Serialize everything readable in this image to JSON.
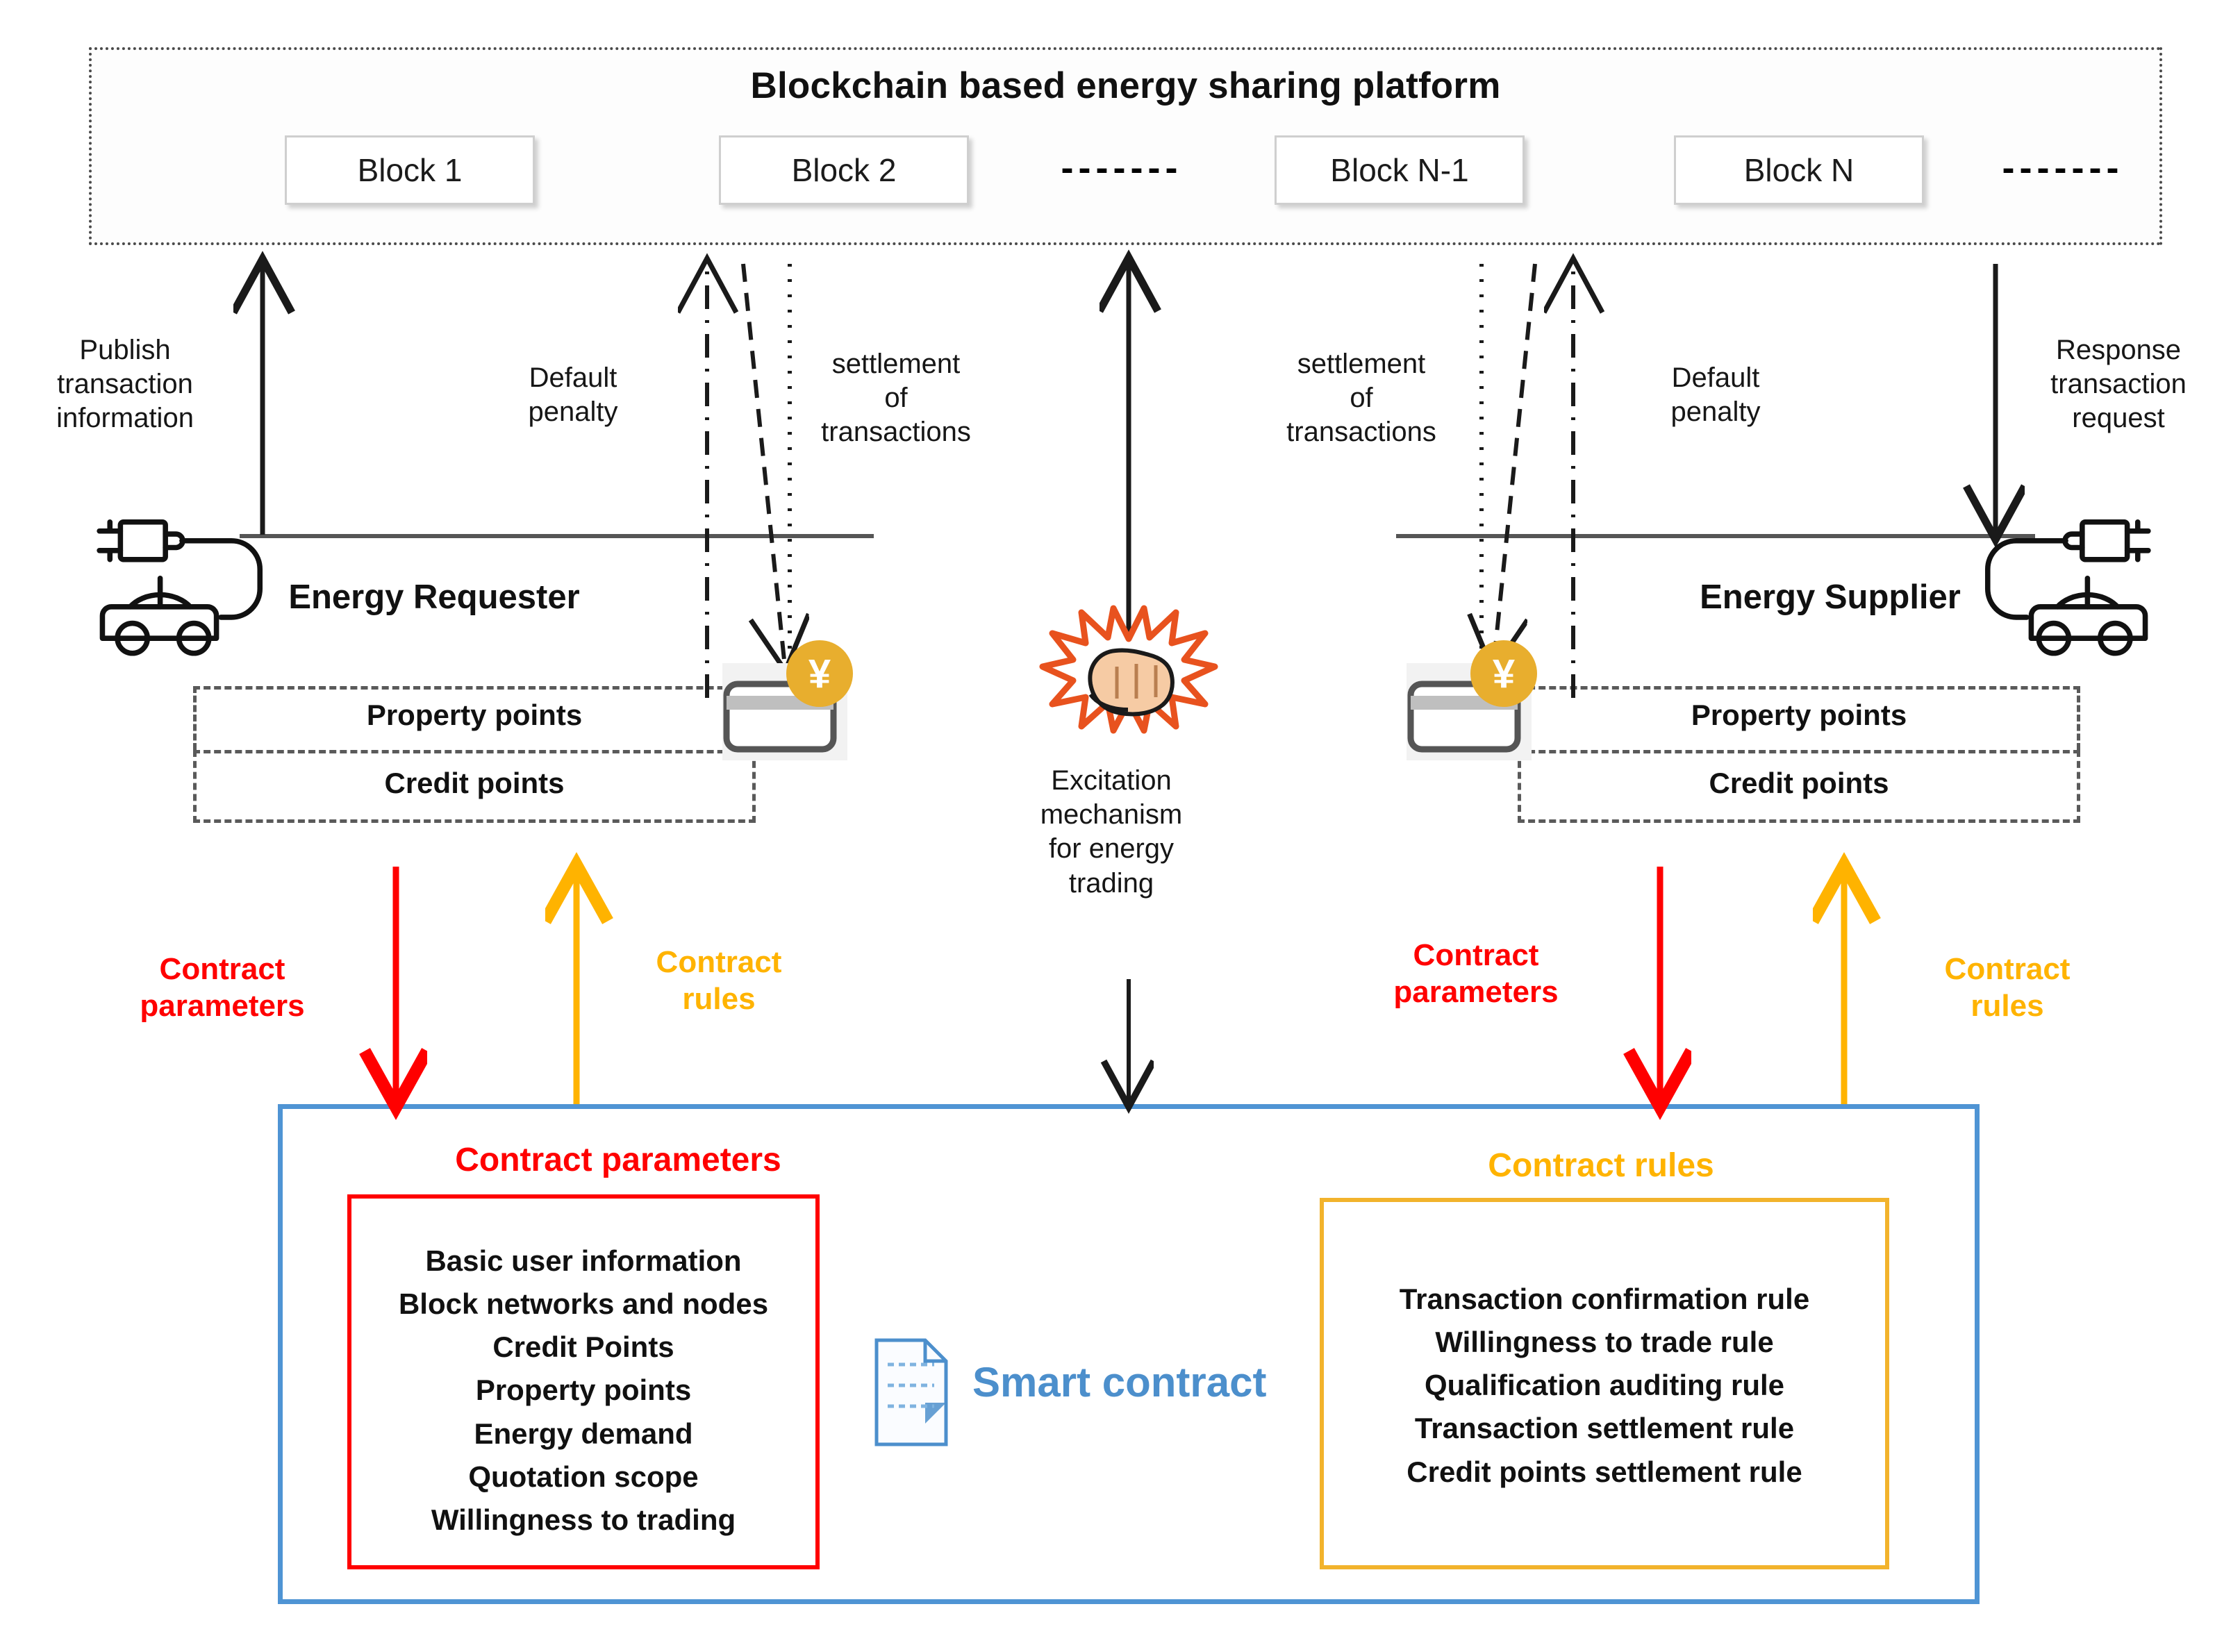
{
  "platform": {
    "title": "Blockchain based energy sharing platform",
    "blocks": [
      {
        "label": "Block 1"
      },
      {
        "label": "Block 2"
      },
      {
        "label": "Block N-1"
      },
      {
        "label": "Block N"
      }
    ],
    "ellipsis_middle": "-------",
    "ellipsis_right": "-------"
  },
  "flows": {
    "publish": "Publish\ntransaction\ninformation",
    "default_penalty_left": "Default\npenalty",
    "settlement_left": "settlement\nof\ntransactions",
    "settlement_right": "settlement\nof\ntransactions",
    "default_penalty_right": "Default\npenalty",
    "response": "Response\ntransaction\nrequest",
    "excitation": "Excitation\nmechanism\nfor energy\ntrading"
  },
  "requester": {
    "name": "Energy Requester",
    "property_points": "Property points",
    "credit_points": "Credit points",
    "wallet_currency": "¥",
    "contract_parameters_label": "Contract\nparameters",
    "contract_rules_label": "Contract\nrules"
  },
  "supplier": {
    "name": "Energy Supplier",
    "property_points": "Property points",
    "credit_points": "Credit points",
    "wallet_currency": "¥",
    "contract_parameters_label": "Contract\nparameters",
    "contract_rules_label": "Contract\nrules"
  },
  "smart_contract": {
    "label": "Smart contract",
    "parameters_title": "Contract parameters",
    "rules_title": "Contract rules",
    "parameters": [
      "Basic user information",
      "Block networks and nodes",
      "Credit Points",
      "Property points",
      "Energy demand",
      "Quotation scope",
      "Willingness to trading"
    ],
    "rules": [
      "Transaction confirmation rule",
      "Willingness to trade rule",
      "Qualification auditing rule",
      "Transaction settlement rule",
      "Credit points settlement rule"
    ]
  },
  "colors": {
    "contract_parameters": "#FF0000",
    "contract_rules": "#F2B32C",
    "smart_contract_panel": "#4F94D4",
    "smart_contract_text": "#4C8FCC",
    "wallet_coin": "#E8AE2E",
    "excitation_burst": "#E8521E",
    "platform_border": "#4a4a4a"
  }
}
